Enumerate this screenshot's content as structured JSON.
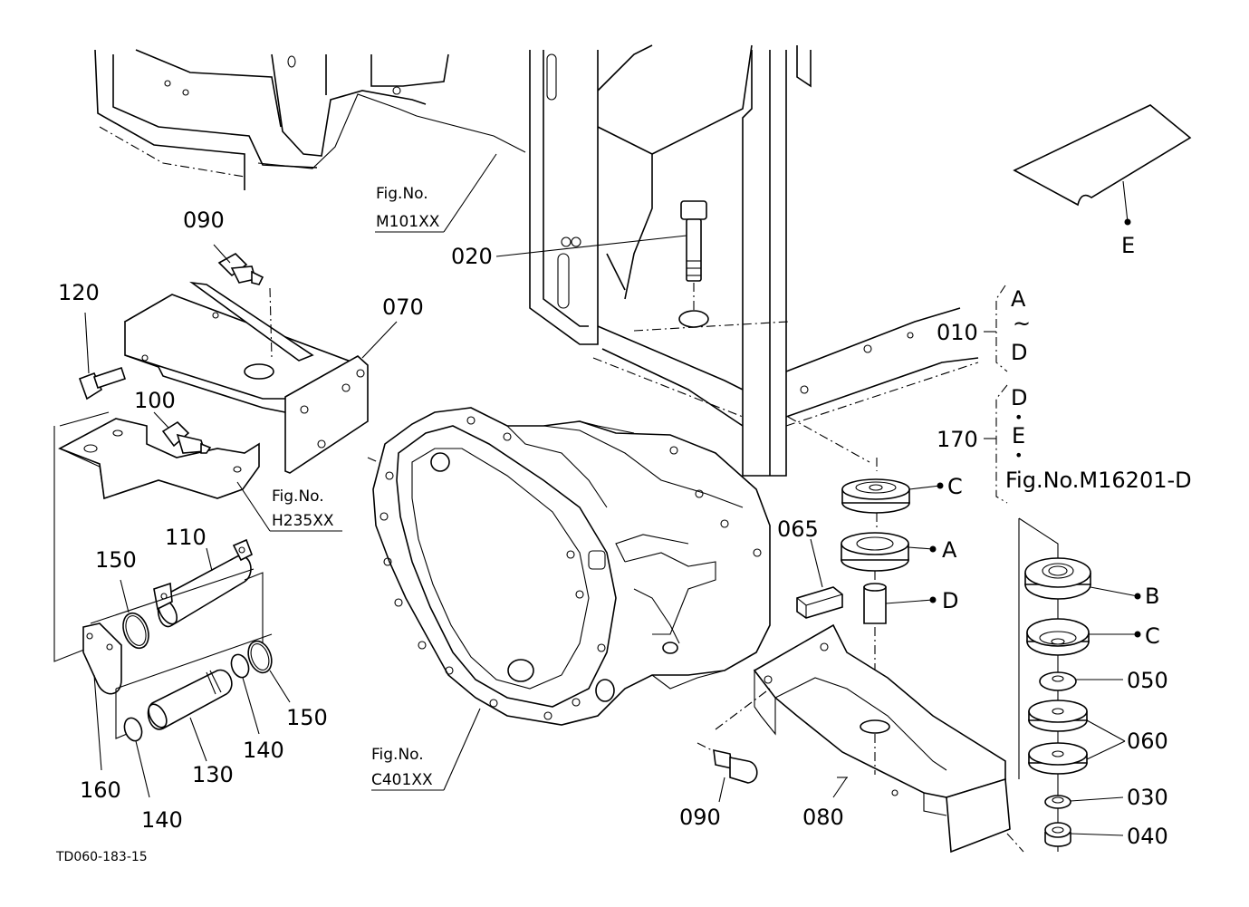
{
  "parts": {
    "p020": "020",
    "p090_top": "090",
    "p120": "120",
    "p070": "070",
    "p100": "100",
    "p110": "110",
    "p150_left": "150",
    "p150_right": "150",
    "p130": "130",
    "p140_right": "140",
    "p140_left": "140",
    "p160": "160",
    "p065": "065",
    "p010": "010",
    "p170": "170",
    "p050": "050",
    "p060": "060",
    "p030": "030",
    "p040": "040",
    "p090_bottom": "090",
    "p080": "080"
  },
  "letters": {
    "E": "E",
    "A_range": "A",
    "tilde": "~",
    "D_range": "D",
    "D_170": "D",
    "E_170": "E",
    "C_upper": "C",
    "A_mid": "A",
    "D_mid": "D",
    "B_right": "B",
    "C_right": "C"
  },
  "dots": [
    "•",
    "•"
  ],
  "fig_refs": {
    "m101_label": "Fig.No.",
    "m101_code": "M101XX",
    "h235_label": "Fig.No.",
    "h235_code": "H235XX",
    "c401_label": "Fig.No.",
    "c401_code": "C401XX",
    "m16201": "Fig.No.M16201-D"
  },
  "drawing_code": "TD060-183-15"
}
